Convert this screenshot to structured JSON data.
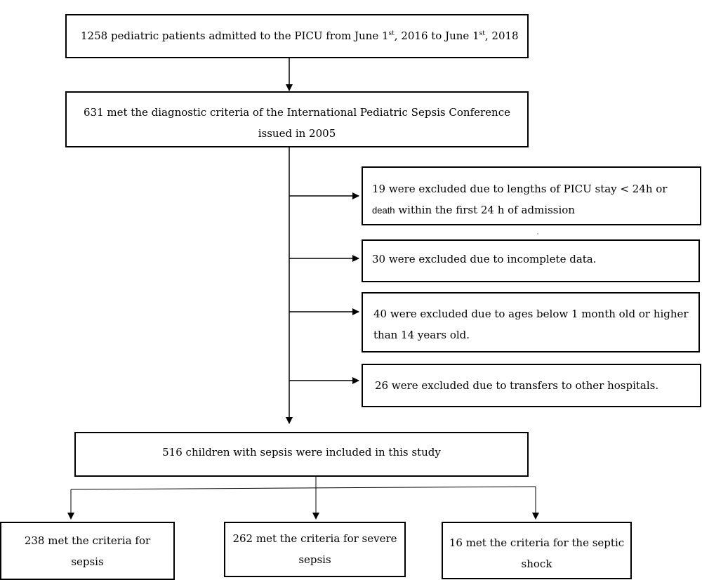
{
  "boxes": {
    "admitted": {
      "pre": "1258 pediatric patients admitted to the PICU from June 1",
      "sup1": "st",
      "mid": ", 2016 to June 1",
      "sup2": "st",
      "post": ", 2018"
    },
    "met_criteria": {
      "line1": "631 met the diagnostic criteria of the International Pediatric Sepsis Conference",
      "line2": "issued in 2005"
    },
    "excluded_stay": {
      "line1": "19 were excluded due to lengths of PICU stay < 24h or",
      "line2_small": "death",
      "line2_rest": " within the first 24 h of admission"
    },
    "excluded_incomplete": {
      "text": "30 were excluded due to incomplete data."
    },
    "excluded_age": {
      "line1": "40 were excluded due to ages below 1 month old or higher",
      "line2": "than 14 years old."
    },
    "excluded_transfer": {
      "text": "26 were excluded due to transfers to other hospitals."
    },
    "included": {
      "text": "516 children with sepsis were included in this study"
    },
    "sepsis": {
      "line1": "238 met the criteria for",
      "line2": "sepsis"
    },
    "severe_sepsis": {
      "line1": "262 met the criteria for severe",
      "line2": "sepsis"
    },
    "septic_shock": {
      "line1": "16 met the criteria for the septic",
      "line2": "shock"
    }
  }
}
